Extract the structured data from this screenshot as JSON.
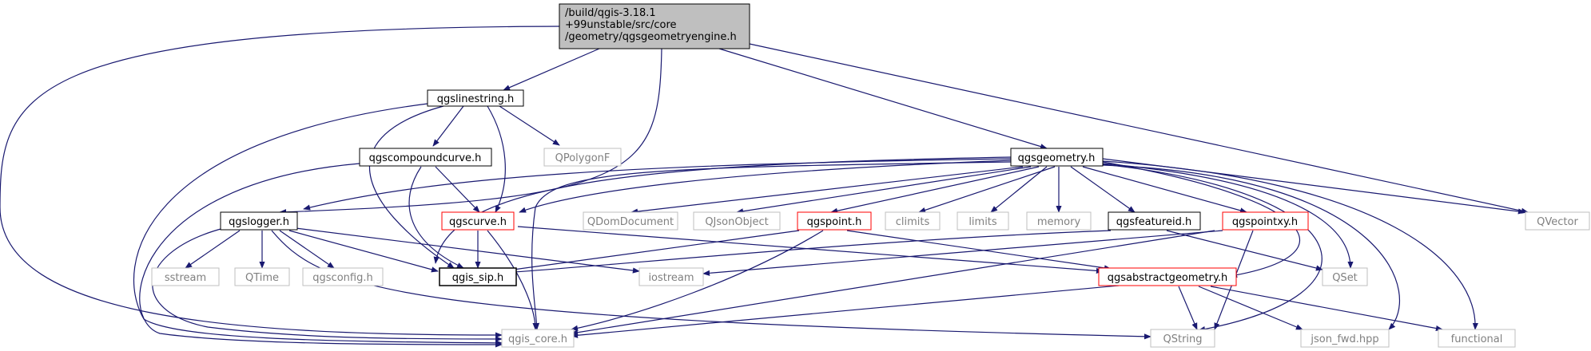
{
  "graph": {
    "root_label_lines": [
      "/build/qgis-3.18.1",
      "+99unstable/src/core",
      "/geometry/qgsgeometryengine.h"
    ],
    "nodes": {
      "qgslinestring": "qgslinestring.h",
      "qgsgeometry": "qgsgeometry.h",
      "qgscompoundcurve": "qgscompoundcurve.h",
      "qpolygonf": "QPolygonF",
      "qgslogger": "qgslogger.h",
      "qgscurve": "qgscurve.h",
      "qdomdocument": "QDomDocument",
      "qjsonobject": "QJsonObject",
      "qgspoint": "qgspoint.h",
      "climits": "climits",
      "limits": "limits",
      "memory": "memory",
      "qgsfeatureid": "qgsfeatureid.h",
      "qgspointxy": "qgspointxy.h",
      "qvector": "QVector",
      "sstream": "sstream",
      "qtime": "QTime",
      "qgsconfig": "qgsconfig.h",
      "qgis_sip": "qgis_sip.h",
      "iostream": "iostream",
      "qgsabstractgeometry": "qgsabstractgeometry.h",
      "qset": "QSet",
      "qgis_core": "qgis_core.h",
      "qstring": "QString",
      "json_fwd": "json_fwd.hpp",
      "functional": "functional"
    },
    "colors": {
      "edge": "#191970",
      "root_fill": "#bfbfbf",
      "documented_border": "#000000",
      "incomplete_border": "#ff0000",
      "external_border": "#bfbfbf",
      "external_text": "#808080"
    }
  }
}
